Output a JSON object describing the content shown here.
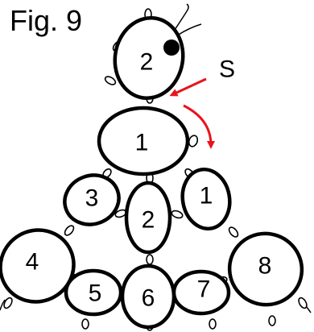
{
  "figure": {
    "title": "Fig. 9",
    "start_label": "S"
  },
  "rings": [
    {
      "id": "top-ring",
      "label": "2"
    },
    {
      "id": "center-ring",
      "label": "1"
    },
    {
      "id": "left-upper-ring",
      "label": "3"
    },
    {
      "id": "middle-ring",
      "label": "2"
    },
    {
      "id": "right-upper-ring",
      "label": "1"
    },
    {
      "id": "left-outer-ring",
      "label": "4"
    },
    {
      "id": "left-lower-ring",
      "label": "5"
    },
    {
      "id": "bottom-ring",
      "label": "6"
    },
    {
      "id": "right-lower-ring",
      "label": "7"
    },
    {
      "id": "right-outer-ring",
      "label": "8"
    }
  ],
  "colors": {
    "outline": "#000000",
    "arrow": "#e8141b",
    "bead": "#000000",
    "background": "#ffffff"
  }
}
